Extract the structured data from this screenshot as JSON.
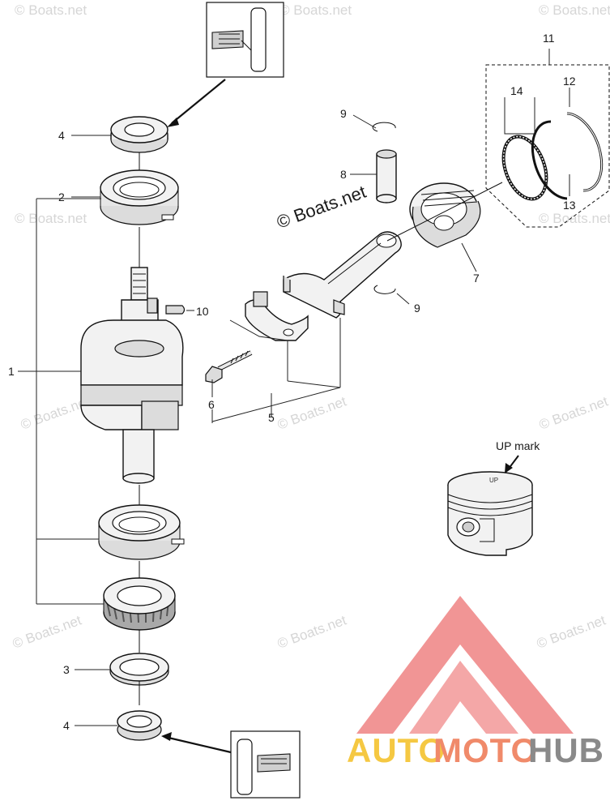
{
  "watermarks": {
    "copyright": "© Boats.net",
    "center": "© Boats.net"
  },
  "callouts": {
    "c1": "1",
    "c2": "2",
    "c3": "3",
    "c4_top": "4",
    "c4_bottom": "4",
    "c5": "5",
    "c6": "6",
    "c7": "7",
    "c8": "8",
    "c9_top": "9",
    "c9_bottom": "9",
    "c10": "10",
    "c11": "11",
    "c12": "12",
    "c13": "13",
    "c14": "14"
  },
  "up_mark": {
    "label": "UP mark",
    "piston_mark": "UP"
  },
  "brand": {
    "word_1": "AUTO",
    "word_2": "MOTO",
    "word_3": "HUB",
    "color_1": "#f5c842",
    "color_2": "#f08a6a",
    "color_3": "#8a8a8a",
    "logo_color": "#f08a8a"
  }
}
